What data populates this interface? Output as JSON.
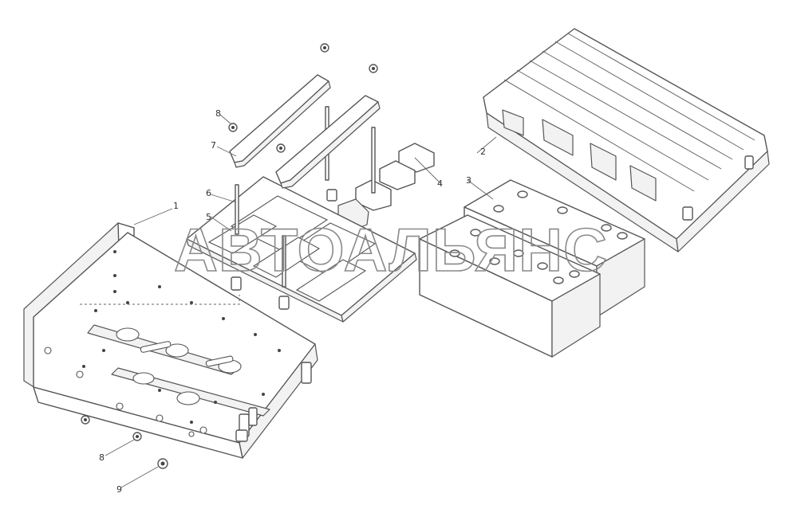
{
  "watermark": {
    "text": "АВТОАЛЬЯНС"
  },
  "callouts": [
    {
      "id": "1",
      "label": "1"
    },
    {
      "id": "2",
      "label": "2"
    },
    {
      "id": "3",
      "label": "3"
    },
    {
      "id": "4",
      "label": "4"
    },
    {
      "id": "5",
      "label": "5"
    },
    {
      "id": "6",
      "label": "6"
    },
    {
      "id": "7",
      "label": "7"
    },
    {
      "id": "8a",
      "label": "8"
    },
    {
      "id": "8b",
      "label": "8"
    },
    {
      "id": "9",
      "label": "9"
    }
  ]
}
